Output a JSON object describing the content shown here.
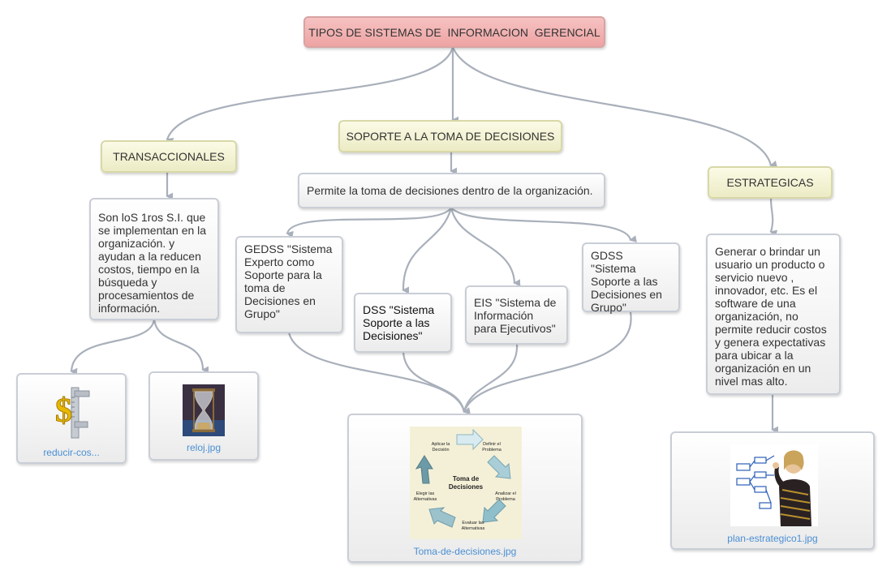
{
  "root": {
    "title": "TIPOS DE SISTEMAS DE  INFORMACION  GERENCIAL"
  },
  "transaccionales": {
    "title": "TRANSACCIONALES",
    "description": "Son loS 1ros S.I. que se implementan en la organización. y ayudan a la reducen costos, tiempo en la búsqueda y procesamientos de información."
  },
  "soporte": {
    "title": "SOPORTE A LA TOMA DE DECISIONES",
    "description": "Permite la toma de decisiones dentro de la organización.",
    "gedss": "GEDSS \"Sistema Experto como Soporte para la toma de Decisiones en Grupo\"",
    "dss": "DSS \"Sistema Soporte a las Decisiones\"",
    "eis": "EIS \"Sistema de Información para Ejecutivos\"",
    "gdss": "GDSS \"Sistema Soporte a las Decisiones en Grupo\""
  },
  "estrategicas": {
    "title": "ESTRATEGICAS",
    "description": "Generar o brindar un usuario un producto o servicio nuevo , innovador, etc. Es el software de una organización, no permite reducir costos y genera expectativas para ubicar a la organización en un nivel mas alto."
  },
  "images": {
    "reducir": {
      "caption": "reducir-cos...",
      "icon": "dollar-caliper-icon"
    },
    "reloj": {
      "caption": "reloj.jpg",
      "icon": "hourglass-icon"
    },
    "toma": {
      "caption": "Toma-de-decisiones.jpg",
      "center": "Toma de Decisiones",
      "steps": {
        "aplicar": "Aplicar la Decisión",
        "definir": "Definir el Problema",
        "analizar": "Analizar el Problema",
        "evaluar": "Evaluar las Alternativas",
        "elegir": "Elegir las Alternativas"
      }
    },
    "plan": {
      "caption": "plan-estrategico1.jpg",
      "icon": "businesswoman-chart-icon"
    }
  },
  "colors": {
    "edge": "#a9b0bb",
    "caption": "#4a8fd4",
    "root": "#eea3a3",
    "category": "#ecebc5"
  }
}
